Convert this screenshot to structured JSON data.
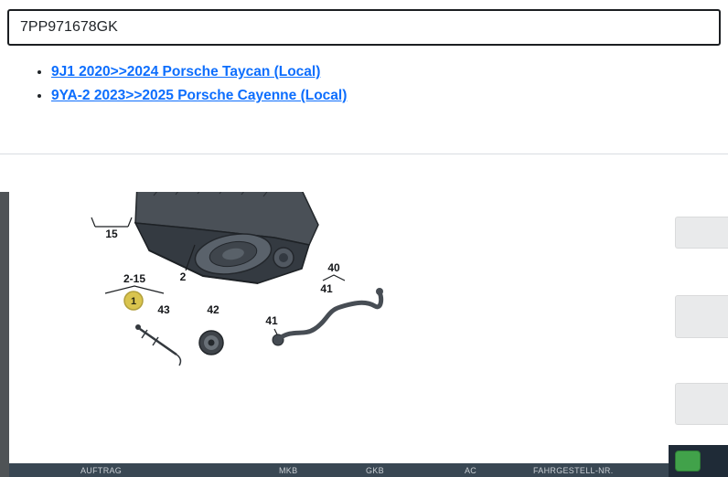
{
  "search": {
    "value": "7PP971678GK"
  },
  "results": [
    {
      "label": "9J1 2020>>2024 Porsche Taycan (Local)"
    },
    {
      "label": "9YA-2 2023>>2025 Porsche Cayenne (Local)"
    }
  ],
  "diagram": {
    "callouts": {
      "c15": "15",
      "c2": "2",
      "c2_15": "2-15",
      "c1": "1",
      "c43": "43",
      "c42": "42",
      "c40": "40",
      "c41a": "41",
      "c41b": "41"
    },
    "highlight_color": "#d9c44e"
  },
  "footer": {
    "labels": [
      "AUFTRAG",
      "MKB",
      "GKB",
      "AC",
      "FAHRGESTELL-NR."
    ]
  },
  "colors": {
    "link_blue": "#0d6efd",
    "footer_bg": "#394753",
    "accent_green": "#41a24a",
    "strip_gray": "#4f5356"
  }
}
